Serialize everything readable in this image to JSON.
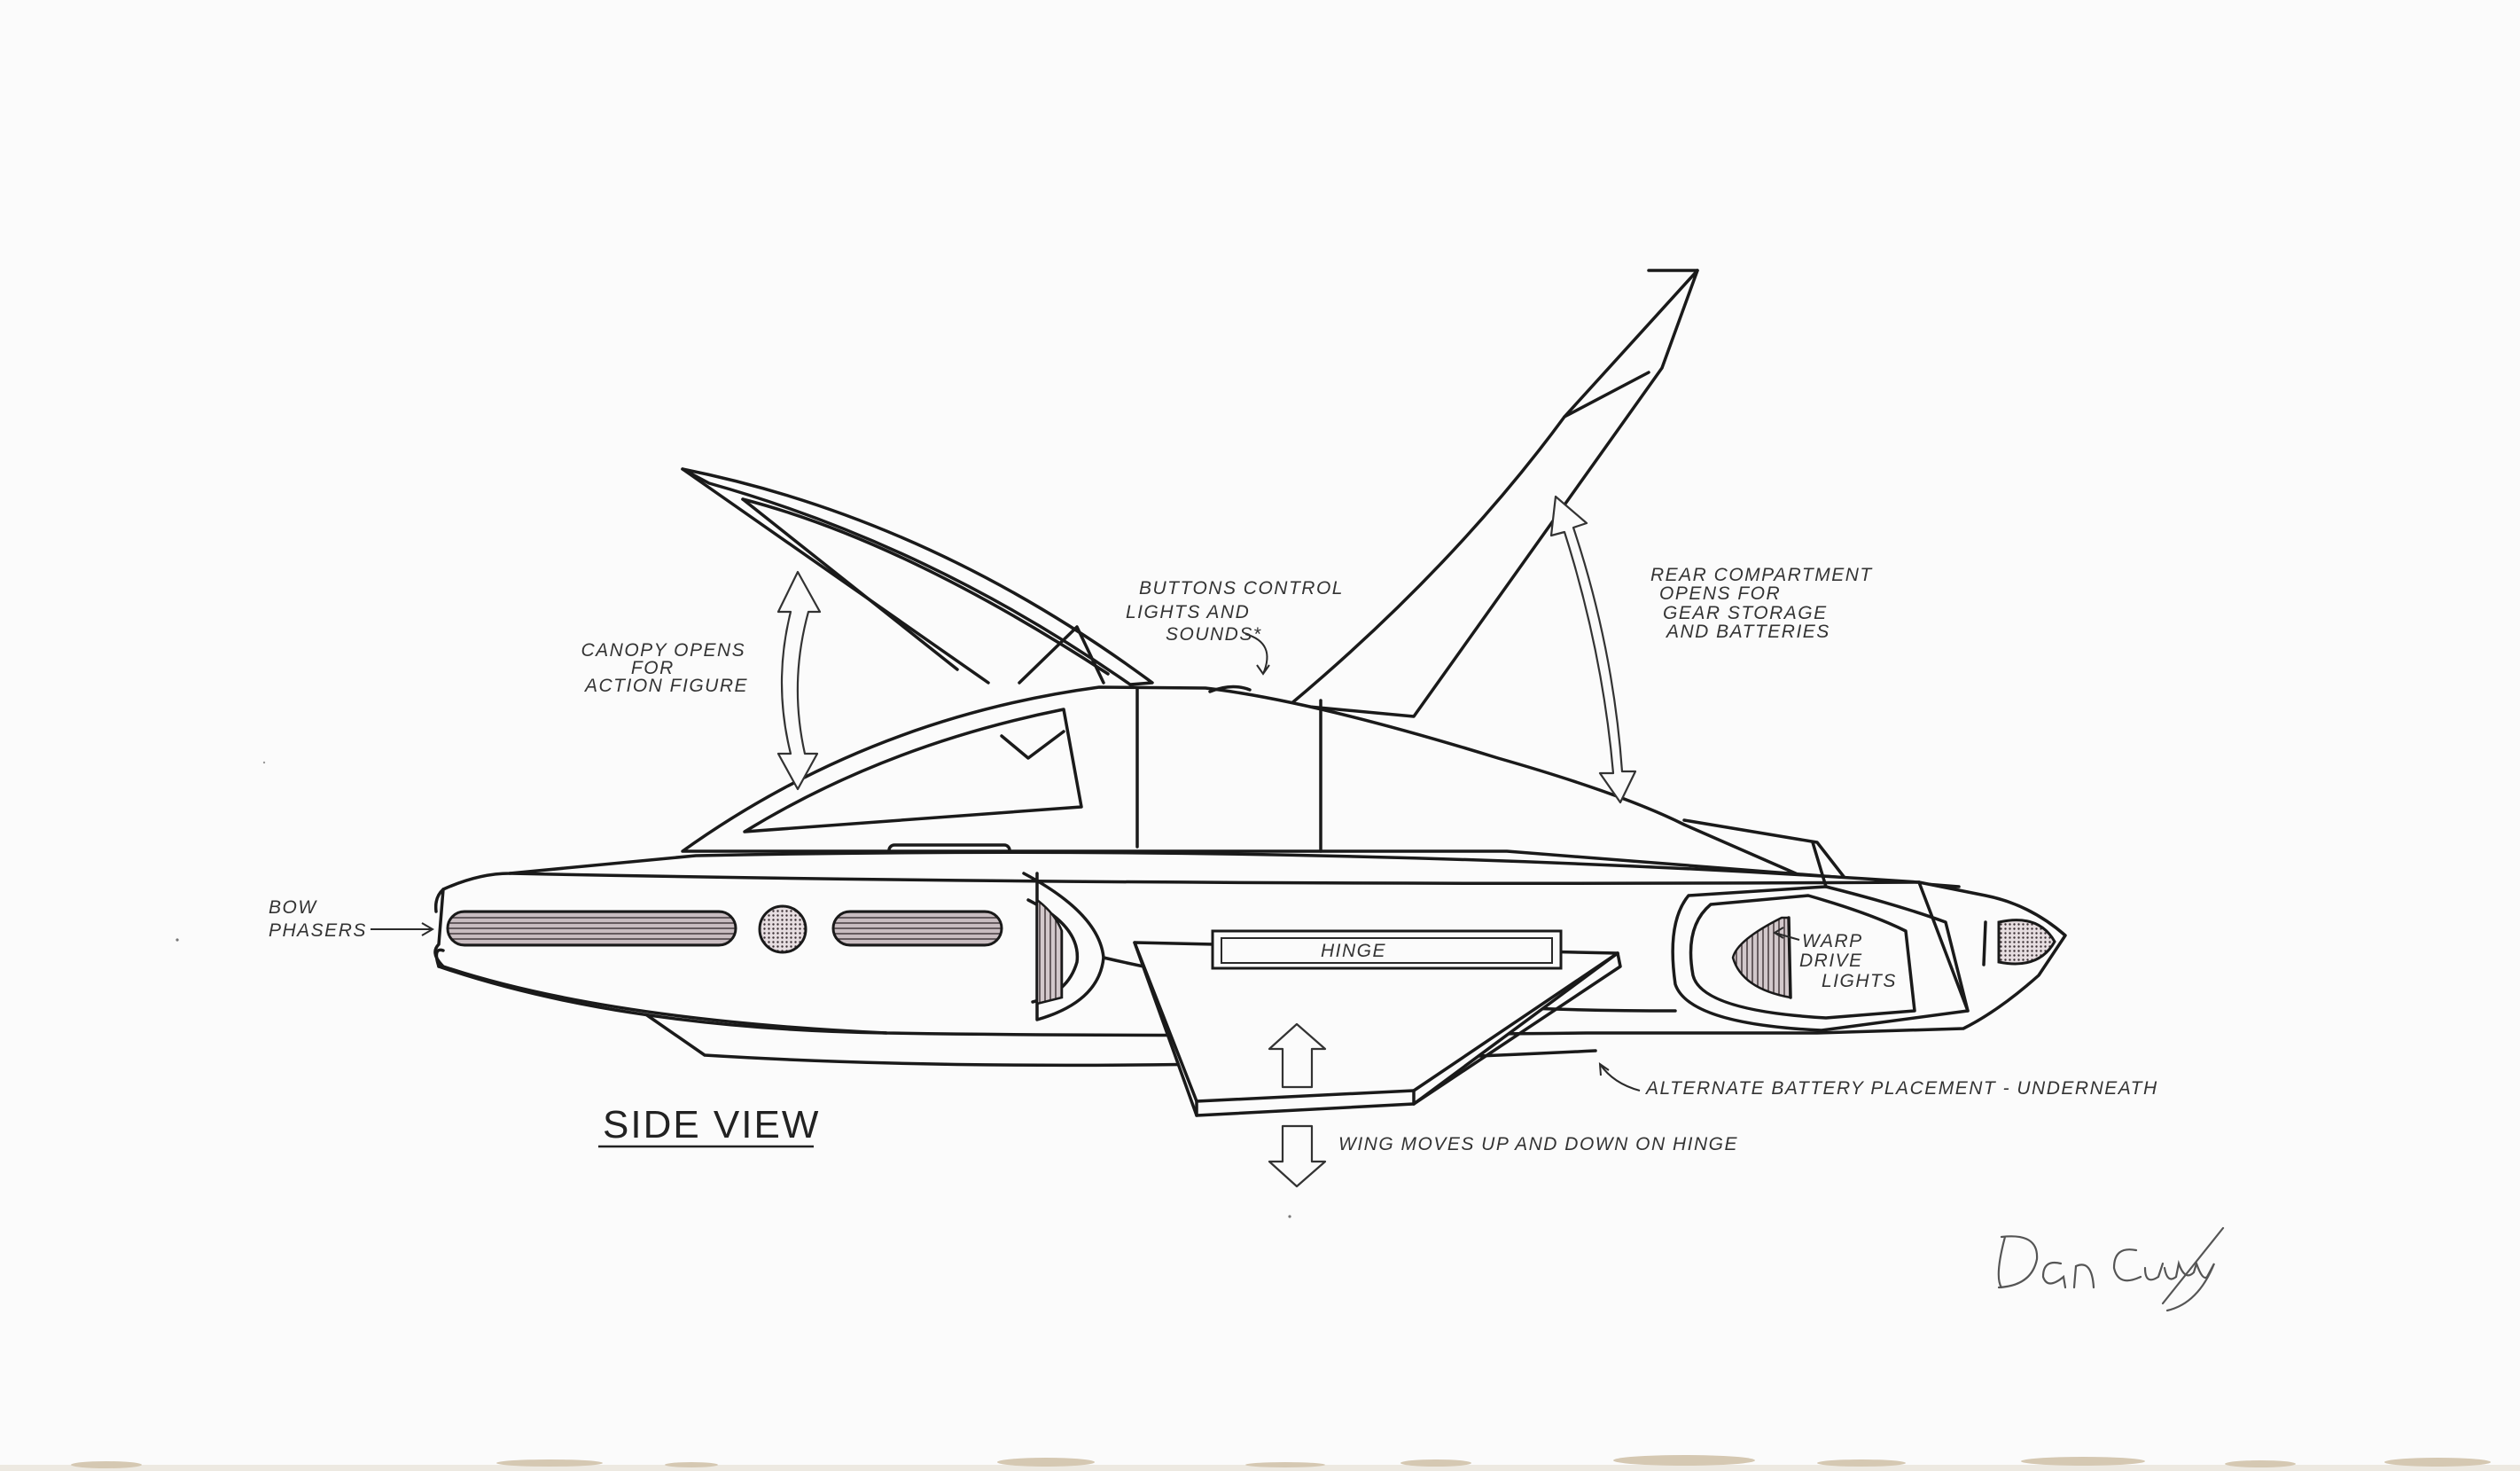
{
  "diagram": {
    "title": "SIDE VIEW",
    "labels": {
      "bow_phasers": [
        "BOW",
        "PHASERS"
      ],
      "canopy": [
        "CANOPY OPENS",
        "FOR",
        "ACTION FIGURE"
      ],
      "buttons": [
        "BUTTONS CONTROL",
        "LIGHTS AND",
        "SOUNDS*"
      ],
      "rear": [
        "REAR COMPARTMENT",
        "OPENS FOR",
        "GEAR STORAGE",
        "AND BATTERIES"
      ],
      "warp": [
        "WARP",
        "DRIVE",
        "LIGHTS"
      ],
      "hinge": "HINGE",
      "battery": "ALTERNATE BATTERY PLACEMENT - UNDERNEATH",
      "wing": "WING MOVES UP AND DOWN ON HINGE"
    },
    "signature": "Dan Curry"
  },
  "colors": {
    "ink": "#1a1a1a",
    "paper": "#fbfbfb",
    "phaser_fill": "#b8a9ad",
    "stain": "#c9b79a"
  }
}
